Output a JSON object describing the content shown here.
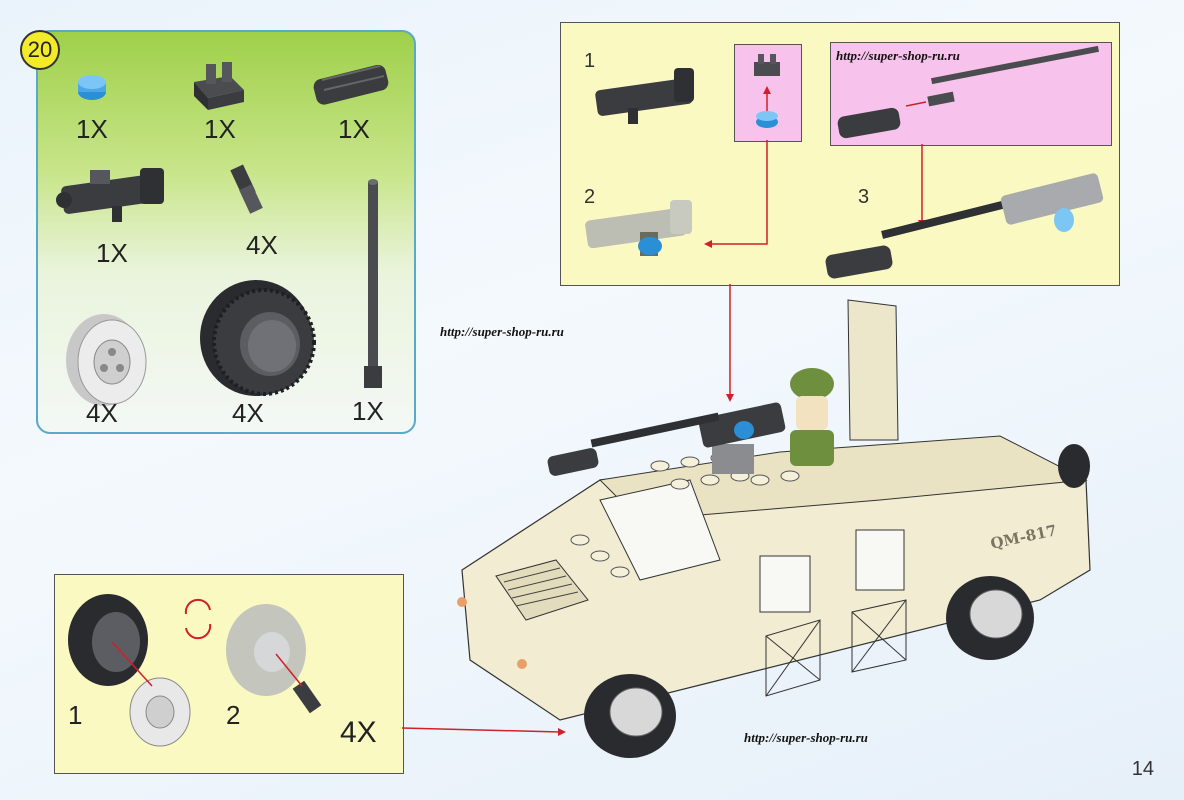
{
  "step": "20",
  "parts": [
    {
      "name": "blue-round-plate",
      "qty": "1X"
    },
    {
      "name": "clip-plate",
      "qty": "1X"
    },
    {
      "name": "gun-barrel-sleeve",
      "qty": "1X"
    },
    {
      "name": "gun-body",
      "qty": "1X"
    },
    {
      "name": "connector-pin",
      "qty": "4X"
    },
    {
      "name": "long-bar",
      "qty": "1X"
    },
    {
      "name": "wheel-rim",
      "qty": "4X"
    },
    {
      "name": "tire",
      "qty": "4X"
    }
  ],
  "sub_steps": {
    "s1": "1",
    "s2": "2",
    "s3": "3"
  },
  "wheel_steps": {
    "s1": "1",
    "s2": "2",
    "qty": "4X"
  },
  "watermarks": [
    "http://super-shop-ru.ru",
    "http://super-shop-ru.ru",
    "http://super-shop-ru.ru"
  ],
  "vehicle_label": "QM-817",
  "page_number": "14",
  "colors": {
    "panel_border": "#5aa9c9",
    "panel_green": "#9fd04a",
    "sub_bg": "#fbf9c2",
    "pink": "#f7c2ec",
    "arrow": "#d0202a",
    "part_dark": "#3a3c40",
    "part_blue": "#2a8fd6",
    "truck": "#f1ecd2"
  }
}
